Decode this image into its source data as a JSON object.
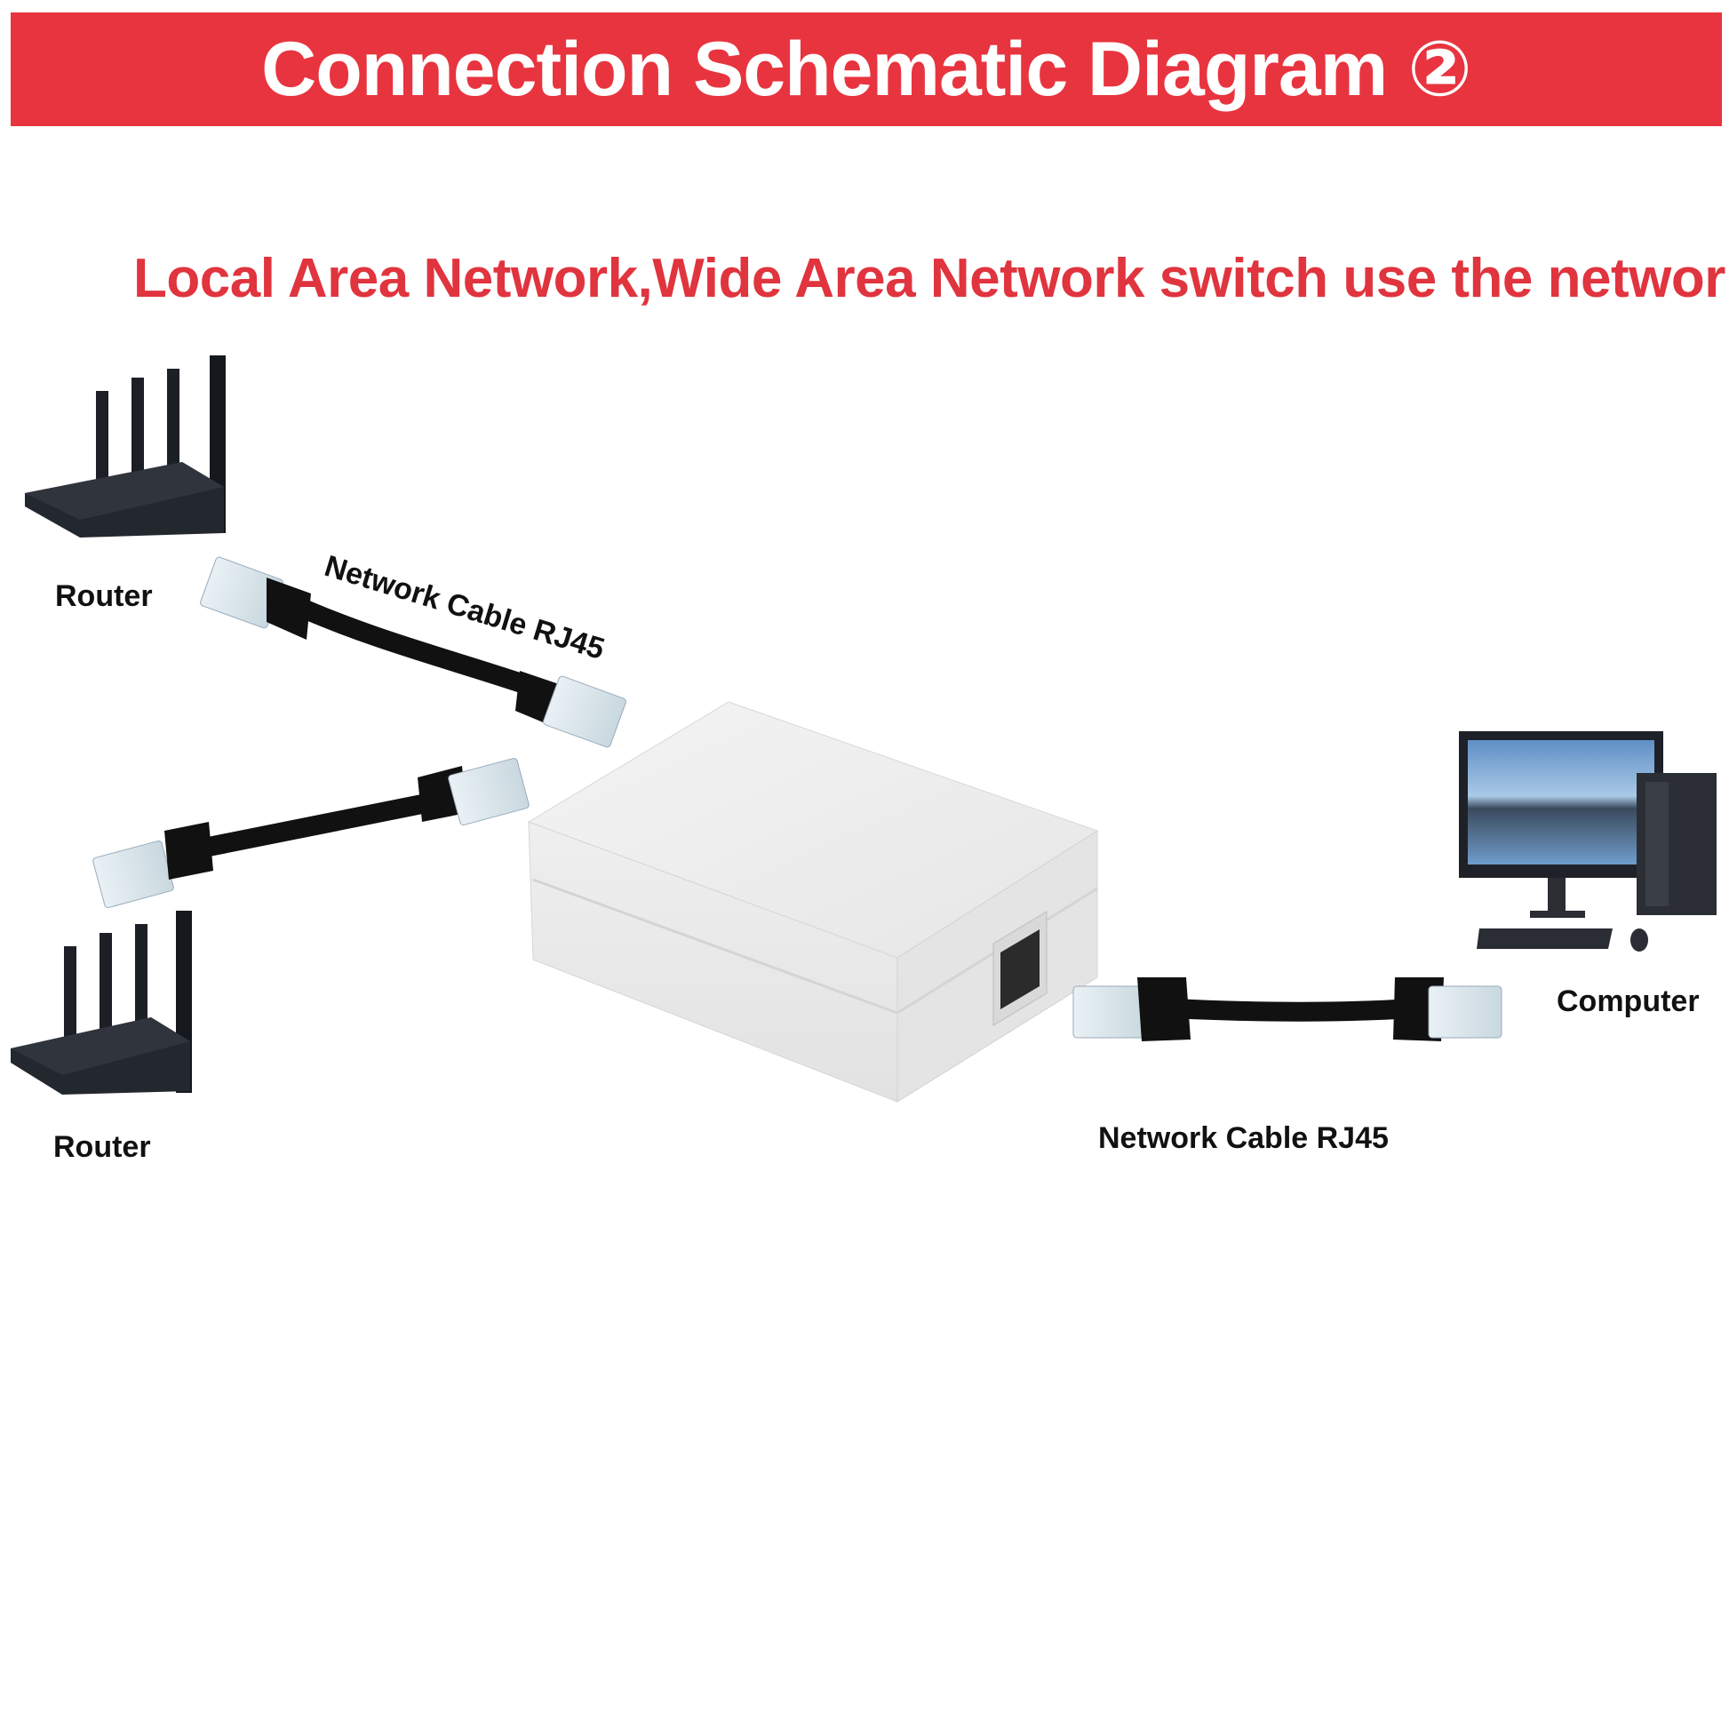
{
  "header": {
    "title": "Connection Schematic Diagram ②",
    "subtitle": "Local Area Network,Wide Area Network switch use the network",
    "banner_color": "#e8343f",
    "subtitle_color": "#e0343e"
  },
  "devices": {
    "router_top_label": "Router",
    "router_bottom_label": "Router",
    "computer_label": "Computer",
    "cable_top_label": "Network Cable RJ45",
    "cable_right_label": "Network Cable RJ45"
  },
  "icons": [
    "router-icon",
    "rj45-cable-icon",
    "network-switch-box-icon",
    "computer-icon"
  ]
}
